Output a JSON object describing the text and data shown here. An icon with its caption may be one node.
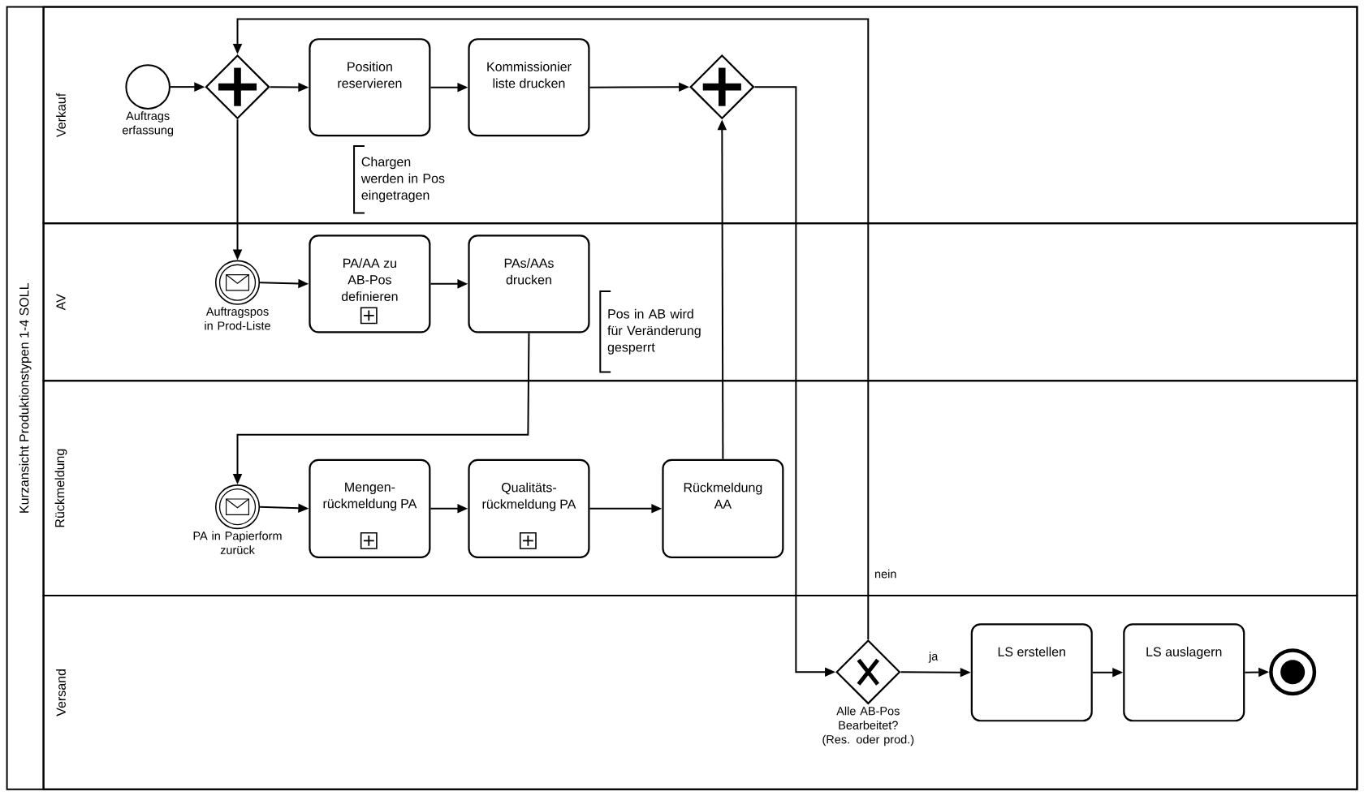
{
  "diagram": {
    "nodes": [
      {
        "text": [
          "Kurzansicht Produktionstypen 1-4 SOLL"
        ]
      },
      {
        "text": [
          "Verkauf"
        ],
        "in": 0
      },
      {
        "text": [
          "AV"
        ],
        "in": 0
      },
      {
        "text": [
          "Rückmeldung"
        ],
        "in": 0
      },
      {
        "text": [
          "Versand"
        ],
        "in": 0
      },
      {
        "text": [],
        "shape": "circle",
        "beside": [
          "Auftrags erfassung"
        ],
        "in": 1
      },
      {
        "text": [],
        "shape": "diamond",
        "in": 1
      },
      {
        "text": [
          "Position reservieren"
        ],
        "in": 1
      },
      {
        "text": [
          "Kommissionier liste drucken"
        ],
        "in": 1
      },
      {
        "text": [],
        "shape": "diamond",
        "in": 1
      },
      {
        "text": [
          "Chargen werden in Pos eingetragen"
        ],
        "in": 1
      },
      {
        "text": [],
        "shape": "circle",
        "beside": [
          "Auftragspos in Prod-Liste"
        ],
        "in": 2
      },
      {
        "text": [
          "PA/AA zu AB-Pos definieren"
        ],
        "in": 2
      },
      {
        "text": [
          "PAs/AAs drucken"
        ],
        "in": 2
      },
      {
        "text": [
          "Pos in AB wird für Veränderung gesperrt"
        ],
        "in": 2
      },
      {
        "text": [],
        "shape": "circle",
        "beside": [
          "PA in Papierform zurück"
        ],
        "in": 3
      },
      {
        "text": [
          "Mengen-rückmeldung PA"
        ],
        "in": 3
      },
      {
        "text": [
          "Qualitäts-rückmeldung PA"
        ],
        "in": 3
      },
      {
        "text": [
          "Rückmeldung AA"
        ],
        "in": 3
      },
      {
        "text": [],
        "shape": "diamond",
        "beside": [
          "Alle AB-Pos Bearbeitet? (Res. oder prod.)"
        ],
        "in": 4
      },
      {
        "text": [
          "LS erstellen"
        ],
        "in": 4
      },
      {
        "text": [
          "LS auslagern"
        ],
        "in": 4
      },
      {
        "text": [],
        "shape": "circle",
        "in": 4
      }
    ],
    "edges": [
      {
        "from": 5,
        "to": 6,
        "arrow": "to"
      },
      {
        "from": 6,
        "to": 7,
        "arrow": "to"
      },
      {
        "from": 7,
        "to": 8,
        "arrow": "to"
      },
      {
        "from": 8,
        "to": 9,
        "arrow": "to"
      },
      {
        "from": 6,
        "to": 11,
        "arrow": "to"
      },
      {
        "from": 11,
        "to": 12,
        "arrow": "to"
      },
      {
        "from": 12,
        "to": 13,
        "arrow": "to"
      },
      {
        "from": 13,
        "to": 15,
        "arrow": "to"
      },
      {
        "from": 15,
        "to": 16,
        "arrow": "to"
      },
      {
        "from": 16,
        "to": 17,
        "arrow": "to"
      },
      {
        "from": 17,
        "to": 18,
        "arrow": "to"
      },
      {
        "from": 18,
        "to": 9,
        "arrow": "to"
      },
      {
        "from": 9,
        "to": 19,
        "arrow": "to"
      },
      {
        "from": 19,
        "to": 20,
        "arrow": "to",
        "label": "ja"
      },
      {
        "from": 19,
        "to": 6,
        "arrow": "to",
        "label": "nein"
      },
      {
        "from": 20,
        "to": 21,
        "arrow": "to"
      },
      {
        "from": 21,
        "to": 22,
        "arrow": "to"
      }
    ]
  }
}
